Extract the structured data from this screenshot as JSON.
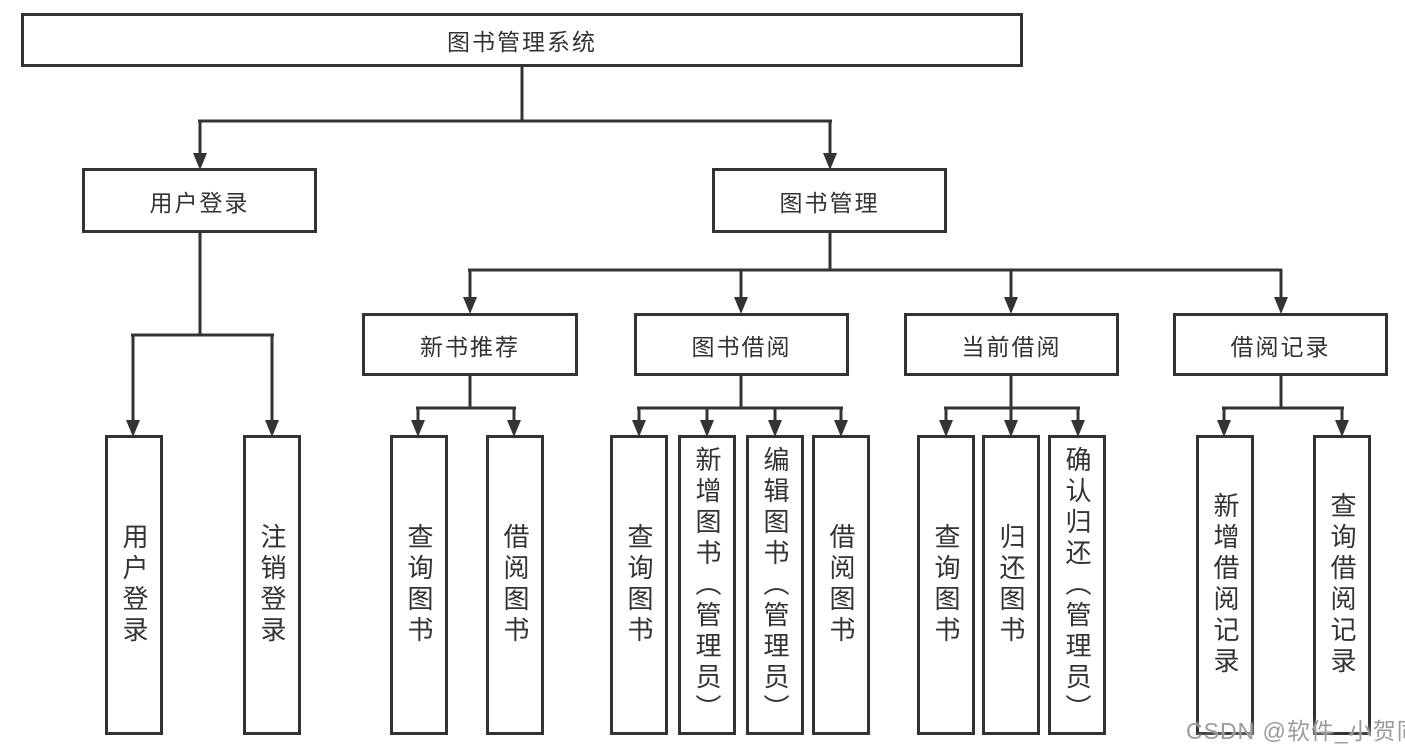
{
  "colors": {
    "line": "#333333",
    "box_border": "#333333",
    "text": "#333333",
    "watermark": "#9b9b9b",
    "background": "#ffffff"
  },
  "tree": {
    "root": {
      "label": "图书管理系统"
    },
    "branches": [
      {
        "label": "用户登录",
        "children": [
          "用户登录",
          "注销登录"
        ]
      },
      {
        "label": "图书管理",
        "children": [
          {
            "label": "新书推荐",
            "children": [
              "查询图书",
              "借阅图书"
            ]
          },
          {
            "label": "图书借阅",
            "children": [
              "查询图书",
              "新增图书（管理员）",
              "编辑图书（管理员）",
              "借阅图书"
            ]
          },
          {
            "label": "当前借阅",
            "children": [
              "查询图书",
              "归还图书",
              "确认归还（管理员）"
            ]
          },
          {
            "label": "借阅记录",
            "children": [
              "新增借阅记录",
              "查询借阅记录"
            ]
          }
        ]
      }
    ]
  },
  "watermark": {
    "text": "CSDN @软件_小贺同学"
  }
}
